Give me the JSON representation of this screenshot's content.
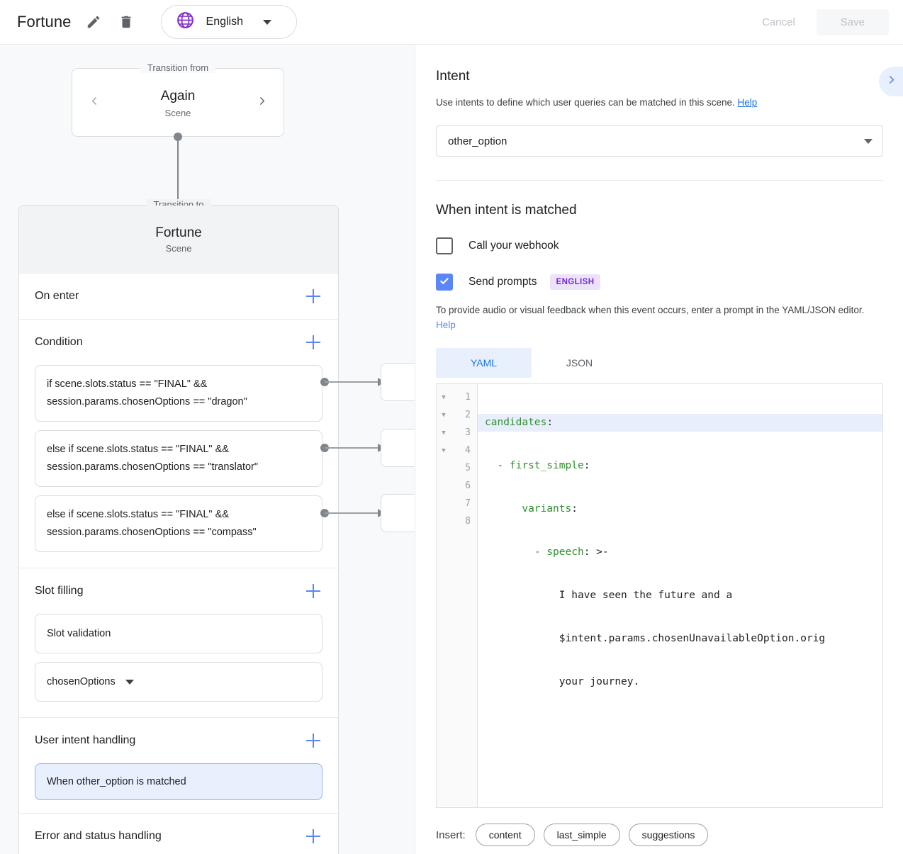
{
  "header": {
    "title": "Fortune",
    "edit_icon": "pencil-icon",
    "delete_icon": "trash-icon",
    "language": "English",
    "language_icon": "globe-icon",
    "cancel_label": "Cancel",
    "save_label": "Save"
  },
  "left": {
    "transition_from": {
      "legend": "Transition from",
      "name": "Again",
      "subtitle": "Scene"
    },
    "transition_to": {
      "legend": "Transition to",
      "name": "Fortune",
      "subtitle": "Scene"
    },
    "sections": {
      "on_enter": "On enter",
      "condition": "Condition",
      "slot_filling": "Slot filling",
      "user_intent_handling": "User intent handling",
      "error_status_handling": "Error and status handling"
    },
    "conditions": [
      "if scene.slots.status == \"FINAL\" && session.params.chosenOptions == \"dragon\"",
      "else if scene.slots.status == \"FINAL\" && session.params.chosenOptions == \"translator\"",
      "else if scene.slots.status == \"FINAL\" && session.params.chosenOptions == \"compass\""
    ],
    "slot_filling_items": [
      "Slot validation",
      "chosenOptions"
    ],
    "user_intent_items": [
      "When other_option is matched"
    ]
  },
  "right": {
    "intent": {
      "title": "Intent",
      "description": "Use intents to define which user queries can be matched in this scene.",
      "help_label": "Help",
      "selected": "other_option"
    },
    "when_matched": {
      "title": "When intent is matched",
      "webhook_label": "Call your webhook",
      "webhook_checked": false,
      "prompts_label": "Send prompts",
      "prompts_checked": true,
      "language_badge": "ENGLISH",
      "prompt_description": "To provide audio or visual feedback when this event occurs, enter a prompt in the YAML/JSON editor.",
      "prompt_help_label": "Help"
    },
    "editor": {
      "tabs": [
        "YAML",
        "JSON"
      ],
      "active_tab": "YAML",
      "line_numbers": [
        "1",
        "2",
        "3",
        "4",
        "5",
        "6",
        "7",
        "8"
      ],
      "fold_rows": [
        true,
        true,
        true,
        true,
        false,
        false,
        false,
        false
      ],
      "lines": [
        {
          "key": "candidates",
          "punct": ":",
          "rest": "",
          "highlight": true
        },
        {
          "key": "  - first_simple",
          "punct": ":",
          "rest": "",
          "highlight": false
        },
        {
          "key": "      variants",
          "punct": ":",
          "rest": "",
          "highlight": false
        },
        {
          "key": "        - speech",
          "punct": ": >-",
          "rest": "",
          "highlight": false
        },
        {
          "key": "",
          "punct": "",
          "rest": "            I have seen the future and a",
          "highlight": false
        },
        {
          "key": "",
          "punct": "",
          "rest": "            $intent.params.chosenUnavailableOption.orig",
          "highlight": false
        },
        {
          "key": "",
          "punct": "",
          "rest": "            your journey.",
          "highlight": false
        },
        {
          "key": "",
          "punct": "",
          "rest": "",
          "highlight": false
        }
      ]
    },
    "insert": {
      "label": "Insert:",
      "chips": [
        "content",
        "last_simple",
        "suggestions"
      ]
    }
  },
  "colors": {
    "accent_blue": "#1a73e8",
    "light_blue": "#e8f0fe",
    "purple": "#8430ce",
    "yaml_key_green": "#2f8f2f",
    "panel_grey": "#f8f9fa"
  }
}
